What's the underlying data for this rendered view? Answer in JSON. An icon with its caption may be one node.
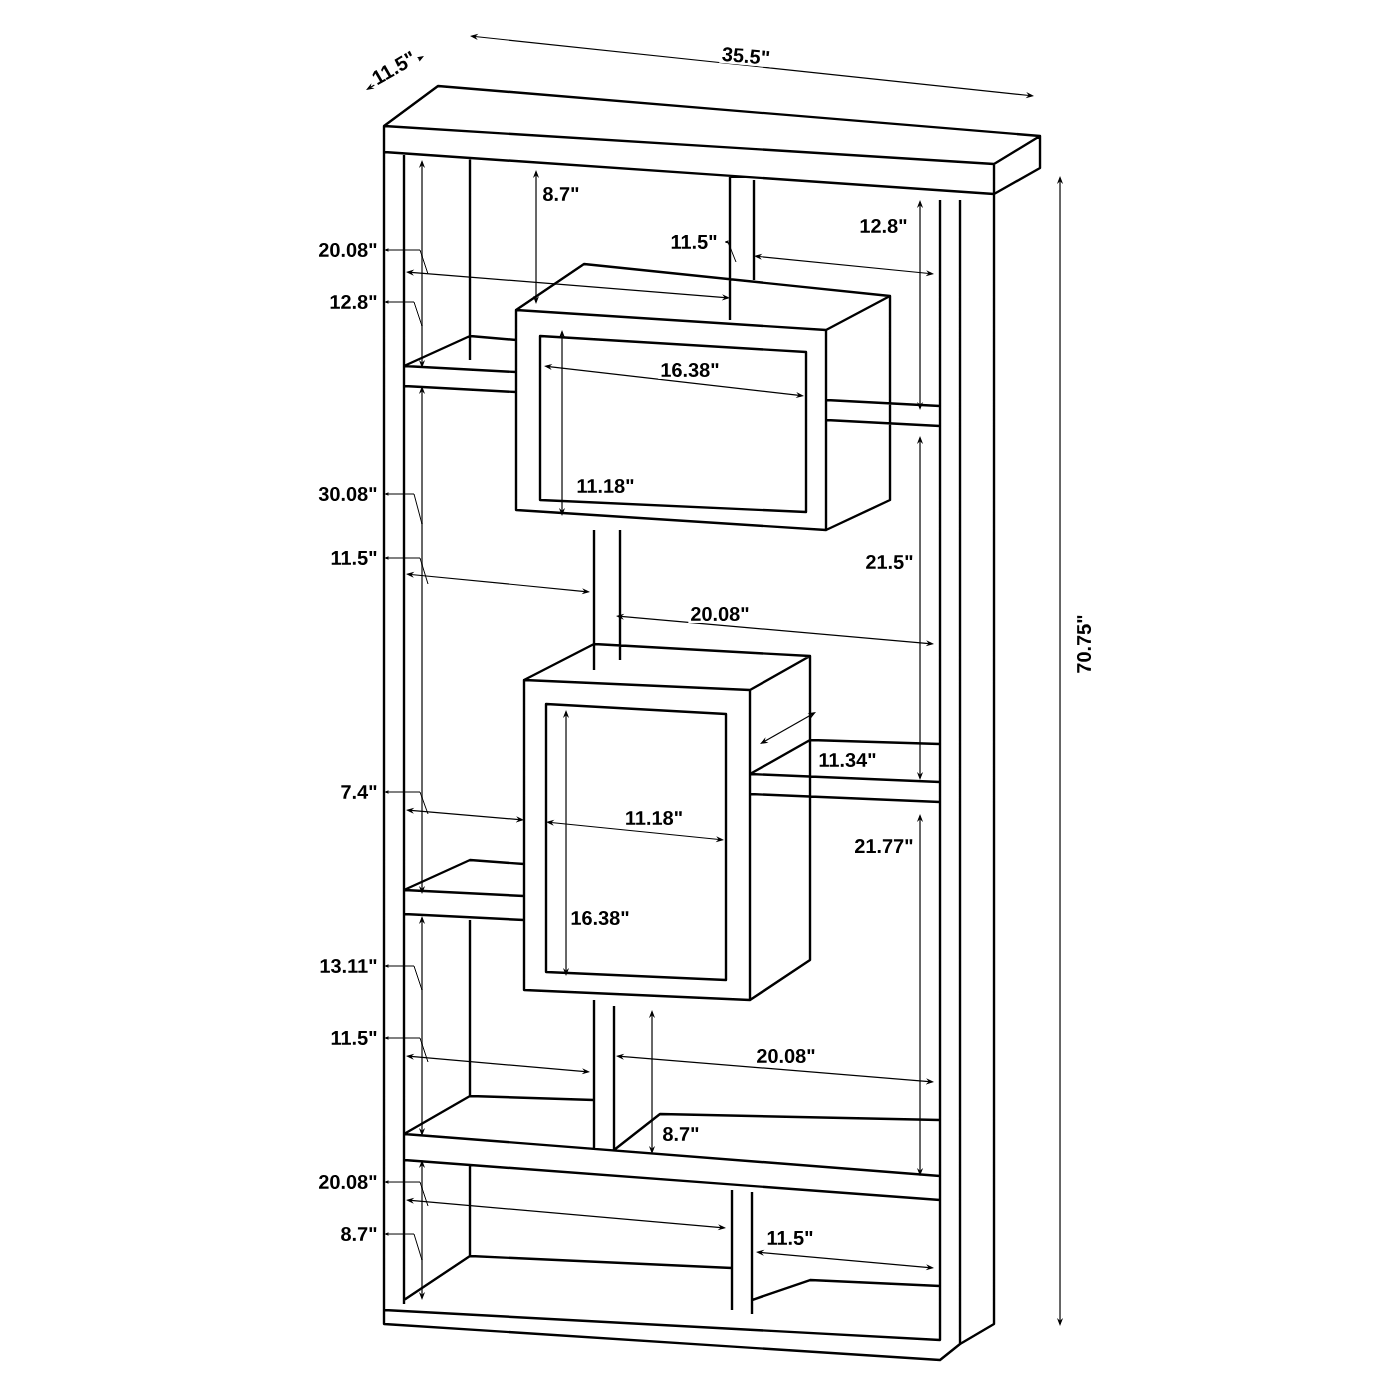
{
  "diagram": {
    "labels": [
      "35.5\"",
      "11.5\"",
      "8.7\"",
      "12.8\"",
      "20.08\"",
      "11.5\"",
      "12.8\"",
      "16.38\"",
      "11.18\"",
      "30.08\"",
      "11.5\"",
      "21.5\"",
      "70.75\"",
      "20.08\"",
      "11.34\"",
      "7.4\"",
      "11.18\"",
      "21.77\"",
      "16.38\"",
      "13.11\"",
      "11.5\"",
      "20.08\"",
      "8.7\"",
      "20.08\"",
      "8.7\"",
      "11.5\""
    ]
  }
}
